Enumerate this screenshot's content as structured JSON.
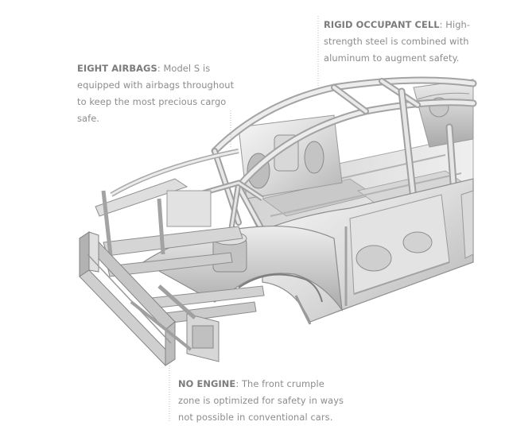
{
  "callouts": {
    "airbags": {
      "title": "EIGHT AIRBAGS",
      "text": ": Model S is equipped with airbags throughout to keep the most precious cargo safe."
    },
    "occupant_cell": {
      "title": "RIGID OCCUPANT CELL",
      "text": ": High-strength steel is combined with aluminum to augment safety."
    },
    "no_engine": {
      "title": "NO ENGINE",
      "text": ": The front crumple zone is optimized for safety in ways not possible in conventional cars."
    }
  },
  "colors": {
    "background": "#ffffff",
    "title_text": "#7b7b7b",
    "body_text": "#8c8c8c",
    "leader_line": "#b9b9b9",
    "metal_light": "#f2f2f2",
    "metal_mid": "#cfcfcf",
    "metal_dark": "#8f8f8f"
  }
}
